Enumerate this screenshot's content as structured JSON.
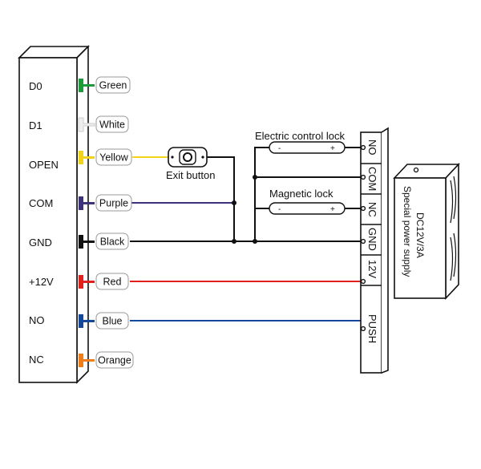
{
  "controller": {
    "terminals": [
      "D0",
      "D1",
      "OPEN",
      "COM",
      "GND",
      "+12V",
      "NO",
      "NC"
    ]
  },
  "wires": [
    {
      "label": "Green",
      "color": "#1e9a3a"
    },
    {
      "label": "White",
      "color": "#eeeeee"
    },
    {
      "label": "Yellow",
      "color": "#f2d21b"
    },
    {
      "label": "Purple",
      "color": "#3c3279"
    },
    {
      "label": "Black",
      "color": "#111111"
    },
    {
      "label": "Red",
      "color": "#e0201c"
    },
    {
      "label": "Blue",
      "color": "#17479b"
    },
    {
      "label": "Orange",
      "color": "#ef7d1a"
    }
  ],
  "exit_button": {
    "label": "Exit button"
  },
  "electric_lock": {
    "label": "Electric control lock",
    "minus": "-",
    "plus": "+"
  },
  "magnetic_lock": {
    "label": "Magnetic lock",
    "minus": "-",
    "plus": "+"
  },
  "terminal_block": {
    "labels": [
      "NO",
      "COM",
      "NC",
      "GND",
      "12V",
      "PUSH"
    ]
  },
  "power_supply": {
    "line1": "DC12V/3A",
    "line2": "Special power supply"
  }
}
